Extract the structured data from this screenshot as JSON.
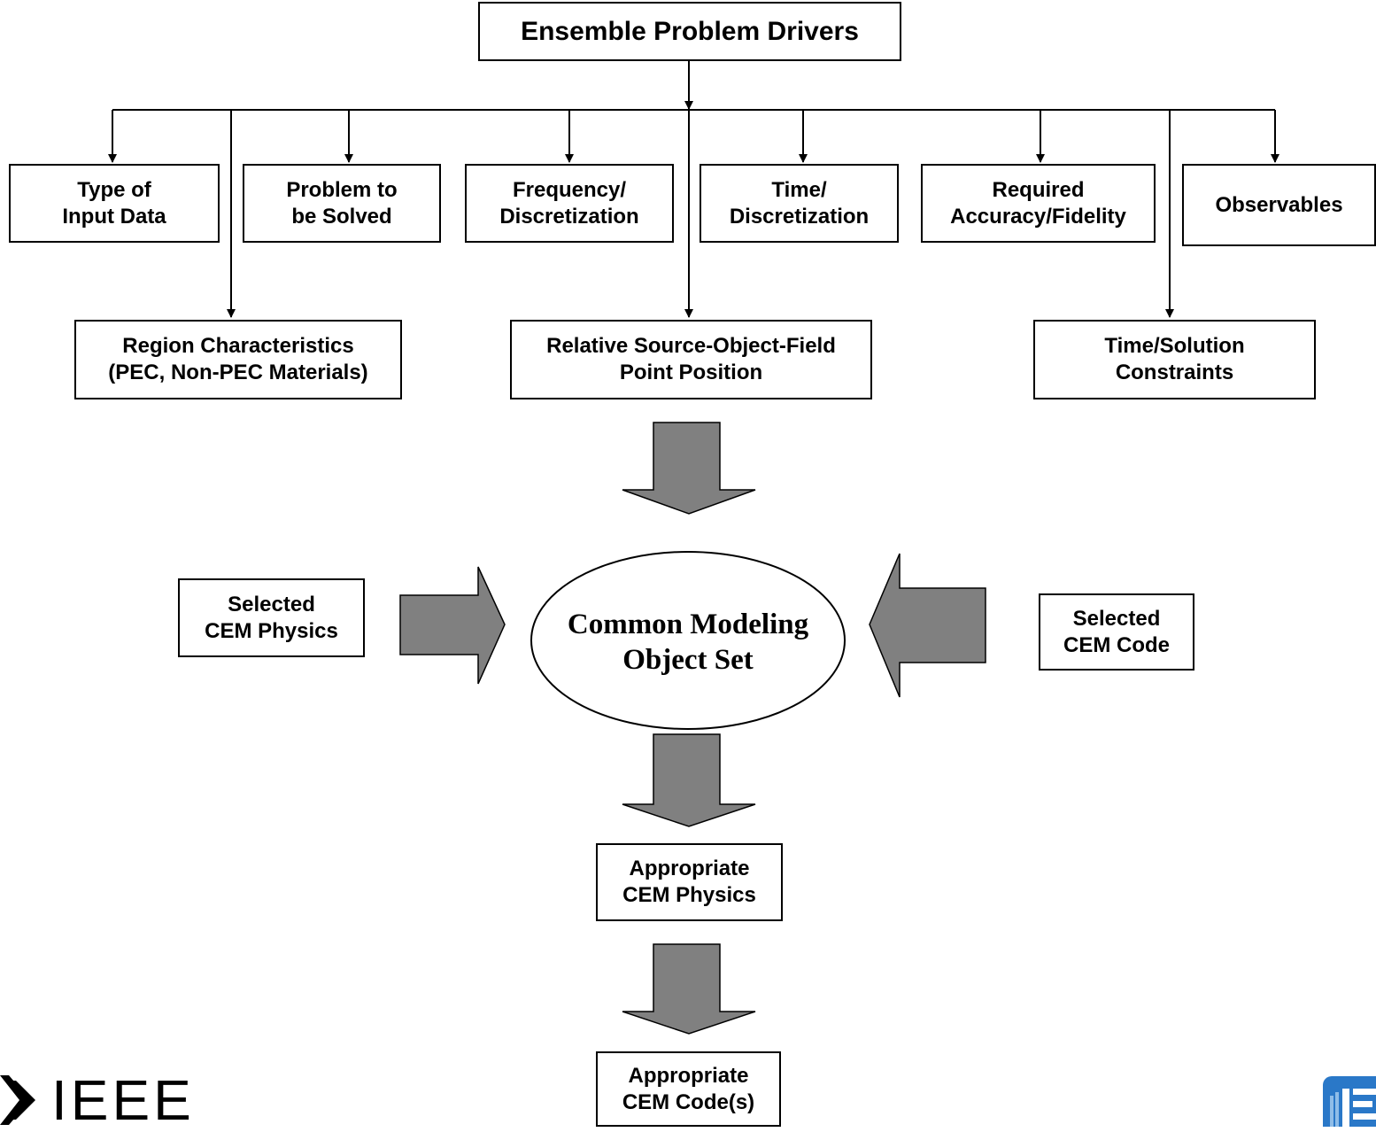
{
  "header": {
    "title": "Ensemble Problem Drivers"
  },
  "drivers_row": [
    {
      "lines": [
        "Type of",
        "Input Data"
      ]
    },
    {
      "lines": [
        "Problem to",
        "be Solved"
      ]
    },
    {
      "lines": [
        "Frequency/",
        "Discretization"
      ]
    },
    {
      "lines": [
        "Time/",
        "Discretization"
      ]
    },
    {
      "lines": [
        "Required",
        "Accuracy/Fidelity"
      ]
    },
    {
      "lines": [
        "Observables"
      ]
    }
  ],
  "drivers_second_row": [
    {
      "lines": [
        "Region Characteristics",
        "(PEC, Non-PEC Materials)"
      ]
    },
    {
      "lines": [
        "Relative Source-Object-Field",
        "Point Position"
      ]
    },
    {
      "lines": [
        "Time/Solution",
        "Constraints"
      ]
    }
  ],
  "center": {
    "lines": [
      "Common Modeling",
      "Object Set"
    ]
  },
  "inputs": {
    "left": {
      "lines": [
        "Selected",
        "CEM Physics"
      ]
    },
    "right": {
      "lines": [
        "Selected",
        "CEM Code"
      ]
    }
  },
  "outputs": [
    {
      "lines": [
        "Appropriate",
        "CEM Physics"
      ]
    },
    {
      "lines": [
        "Appropriate",
        "CEM Code(s)"
      ]
    }
  ],
  "logos": {
    "ieee": "IEEE"
  },
  "colors": {
    "block_arrow_fill": "#808080",
    "line": "#000000",
    "corner_logo_blue": "#2a78c8"
  }
}
